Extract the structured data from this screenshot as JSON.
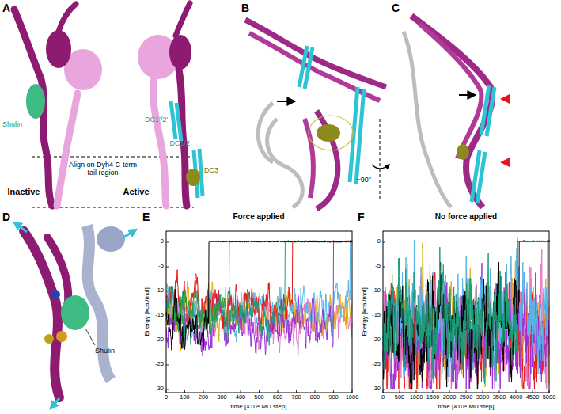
{
  "diagram": {
    "labels": [
      "A",
      "B",
      "C",
      "D",
      "E",
      "F",
      "Shulin",
      "Align on Dyh4 C-term tail region",
      "Inactive",
      "Active",
      "DC1'/2'",
      "DC1/2",
      "DC3",
      "~90°",
      "Shulin",
      "Force applied",
      "No force applied",
      "Energy [kcal/mol]",
      "time [×10⁴ MD step]",
      "Energy [kcal/mol]",
      "time [×10⁴ MD step]",
      "0",
      "-5",
      "-10",
      "-15",
      "-20",
      "-25",
      "-30",
      "0",
      "100",
      "200",
      "300",
      "400",
      "500",
      "600",
      "700",
      "800",
      "900",
      "1000",
      "0",
      "-5",
      "-10",
      "-15",
      "-20",
      "-25",
      "-30",
      "0",
      "500",
      "1000",
      "1500",
      "2000",
      "2500",
      "3000",
      "3500",
      "4000",
      "4500",
      "5000"
    ]
  }
}
